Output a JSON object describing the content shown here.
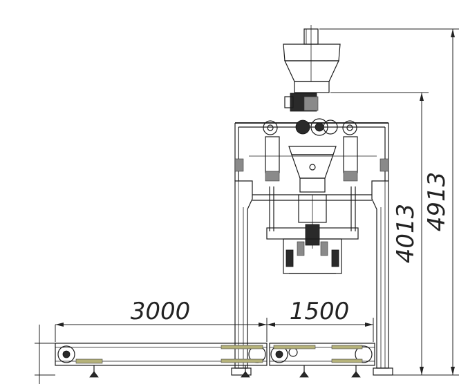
{
  "dimensions": {
    "width_upper_conveyor": "3000",
    "width_lower_conveyor": "1500",
    "height_frame": "4013",
    "height_total": "4913"
  }
}
